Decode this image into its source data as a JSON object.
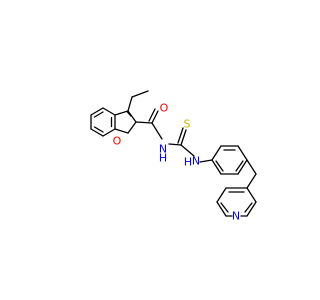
{
  "molecule": {
    "atoms": {
      "o_carbonyl": {
        "symbol": "O",
        "color": "#ff0000"
      },
      "o_furan": {
        "symbol": "O",
        "color": "#ff0000"
      },
      "n_amide": {
        "symbol": "N",
        "color": "#0000ff"
      },
      "h_amide": {
        "symbol": "H",
        "color": "#0000ff"
      },
      "s_thio": {
        "symbol": "S",
        "color": "#c8b400"
      },
      "n_thio": {
        "symbol": "N",
        "color": "#0000ff"
      },
      "h_thio": {
        "symbol": "H",
        "color": "#0000ff"
      },
      "n_pyridine": {
        "symbol": "N",
        "color": "#0000ff"
      }
    }
  }
}
